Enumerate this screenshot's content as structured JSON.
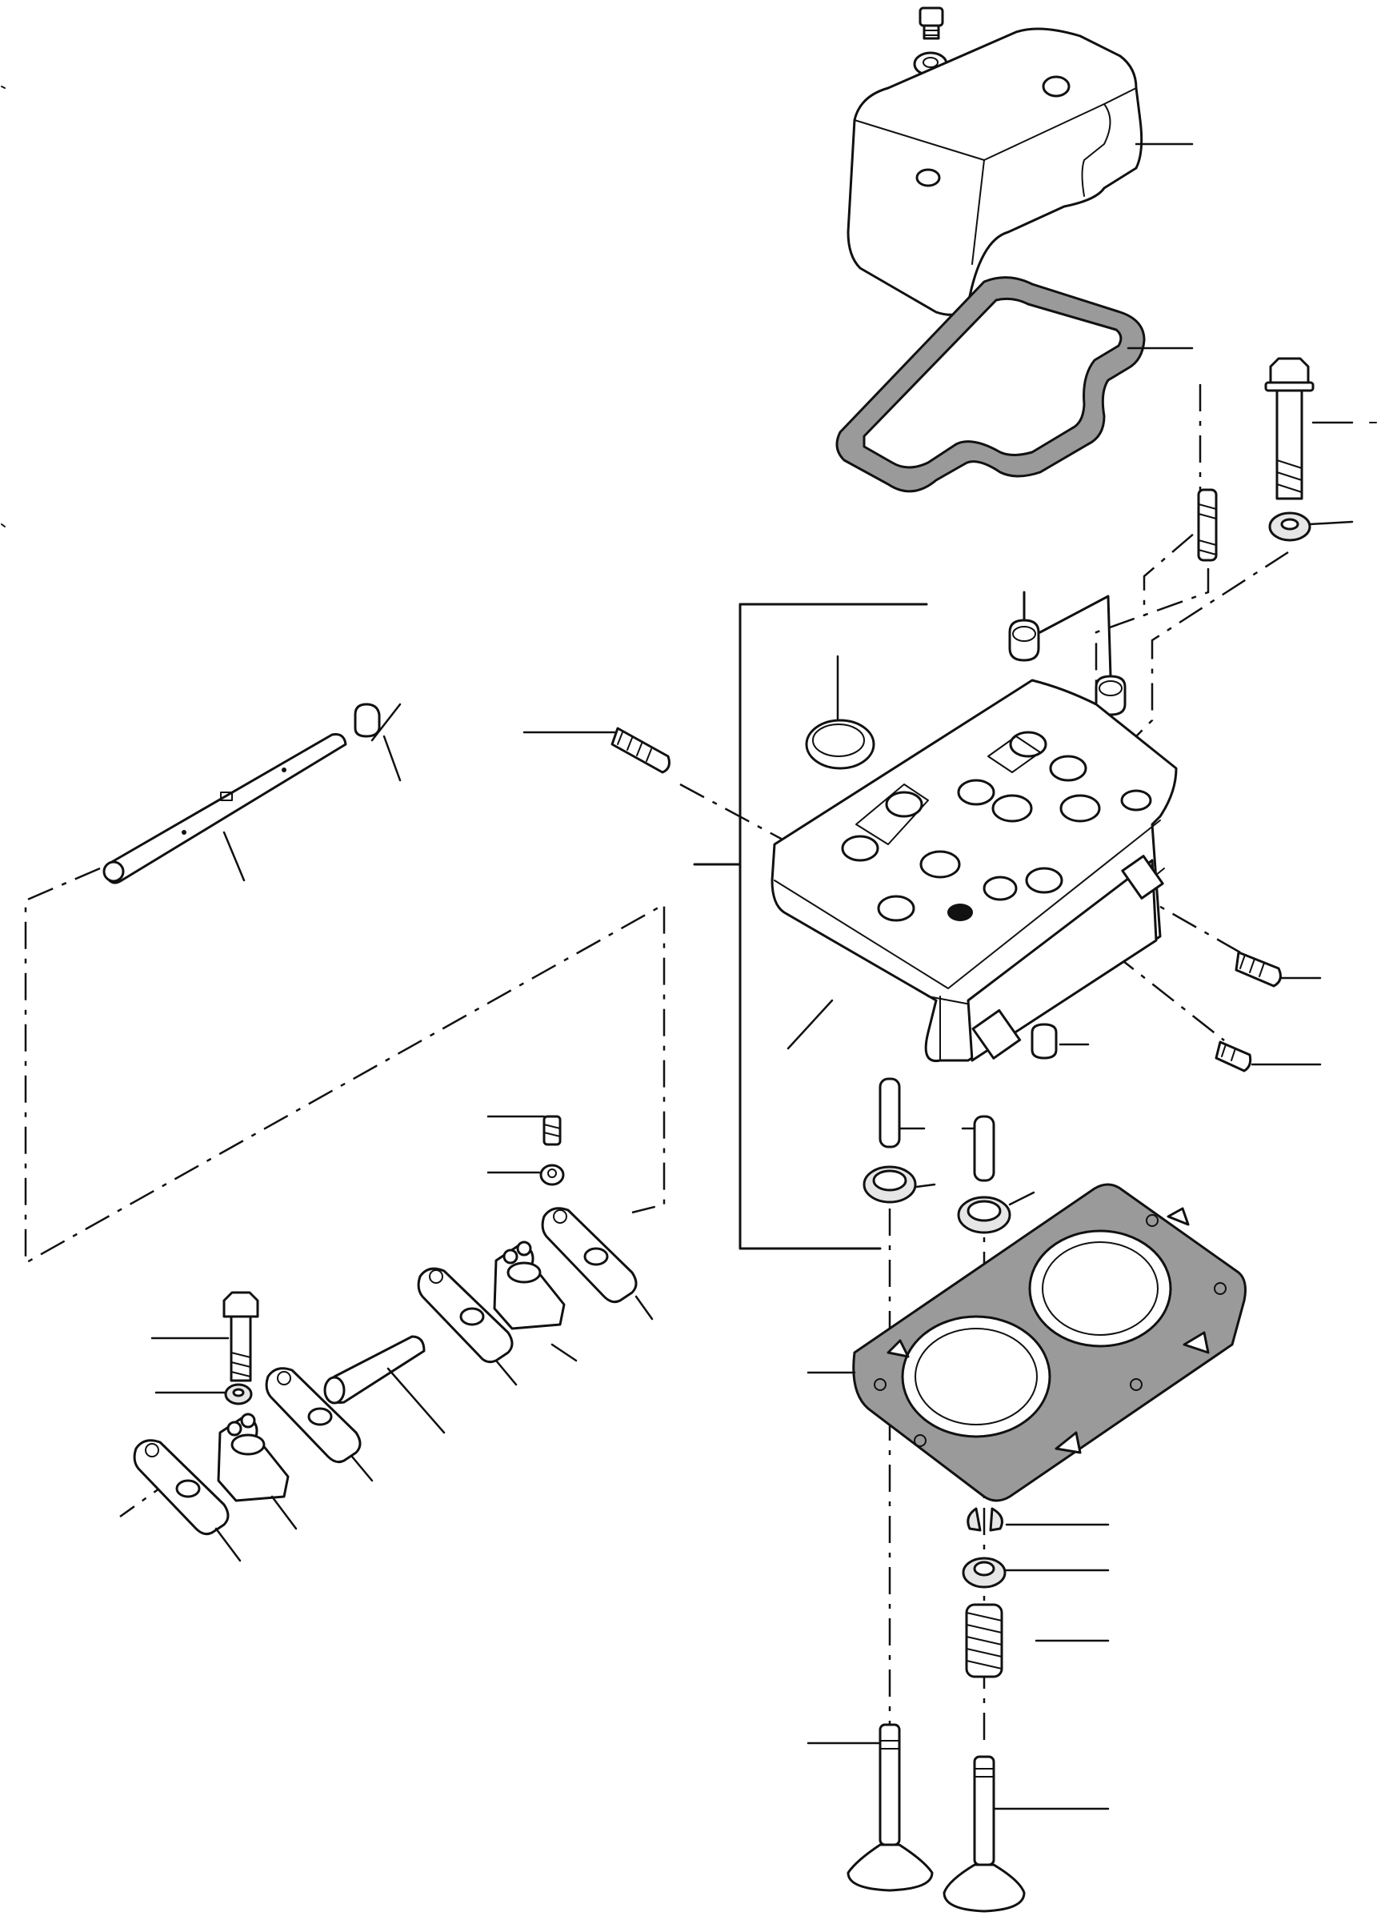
{
  "diagram": {
    "kind": "exploded parts view"
  },
  "parts": [
    {
      "id": "p1",
      "icon": "plug-bolt-icon"
    },
    {
      "id": "p2",
      "icon": "sealing-washer-icon"
    },
    {
      "id": "p3",
      "icon": "valve-cover-icon"
    },
    {
      "id": "p4",
      "icon": "valve-cover-gasket-icon"
    },
    {
      "id": "p5",
      "icon": "flange-bolt-icon"
    },
    {
      "id": "p6",
      "icon": "washer-icon"
    },
    {
      "id": "p7",
      "icon": "stud-icon"
    },
    {
      "id": "p8",
      "icon": "cylinder-head-icon"
    },
    {
      "id": "p9",
      "icon": "head-gasket-icon"
    },
    {
      "id": "p10",
      "icon": "rocker-shaft-icon"
    },
    {
      "id": "p11",
      "icon": "rocker-arm-icon"
    },
    {
      "id": "p12",
      "icon": "valve-icon"
    },
    {
      "id": "p13",
      "icon": "valve-spring-icon"
    },
    {
      "id": "p14",
      "icon": "spring-retainer-icon"
    },
    {
      "id": "p15",
      "icon": "valve-keeper-icon"
    }
  ]
}
